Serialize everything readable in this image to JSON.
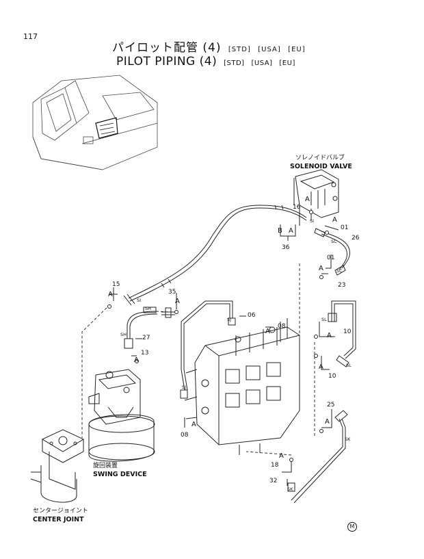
{
  "page_number": "117",
  "title": {
    "jp": "パイロット配管 (4)",
    "en": "PILOT PIPING (4)",
    "tags": [
      "[STD]",
      "[USA]",
      "[EU]"
    ]
  },
  "captions": {
    "solenoid_jp": "ソレノイドバルブ",
    "solenoid_en": "SOLENOID VALVE",
    "swing_jp": "旋回装置",
    "swing_en": "SWING DEVICE",
    "center_jp": "センタージョイント",
    "center_en": "CENTER JOINT"
  },
  "part_numbers": {
    "p16": "16",
    "p01a": "01",
    "p26": "26",
    "p36": "36",
    "p01b": "01",
    "p23": "23",
    "p15": "15",
    "p35": "35",
    "p06": "06",
    "p08a": "08",
    "p27": "27",
    "p13": "13",
    "p10a": "10",
    "p10b": "10",
    "p08b": "08",
    "p25": "25",
    "p18": "18",
    "p32": "32"
  },
  "codes": {
    "si1": "SI",
    "sc1": "SC",
    "sc2": "SC",
    "si2": "SI",
    "sh1": "SH",
    "sh2": "SH",
    "sj1": "SJ",
    "sl1": "SL",
    "sl2": "SL",
    "sj2": "SJ",
    "sk1": "SK",
    "sk2": "SK"
  },
  "letters": {
    "a": "A",
    "b": "B"
  },
  "marker": "M"
}
